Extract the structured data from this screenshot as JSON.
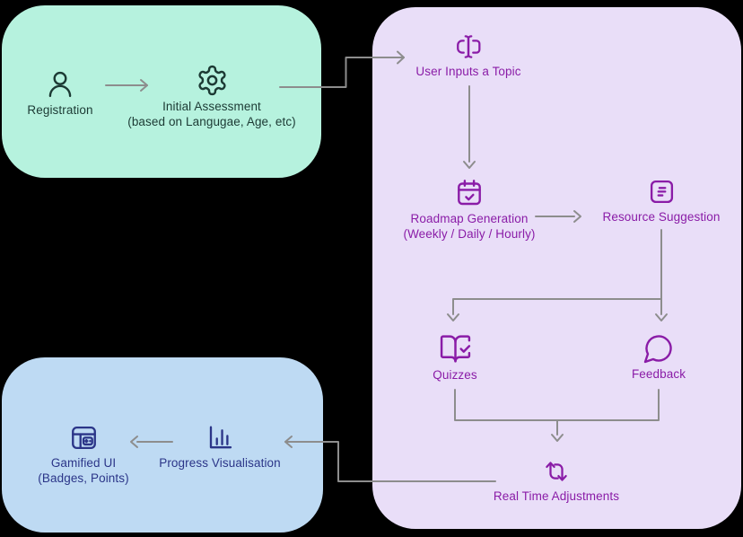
{
  "colors": {
    "background": "#000000",
    "onboarding-bg": "#b6f2de",
    "onboarding-fg": "#1c3a34",
    "learning-bg": "#e9def8",
    "learning-fg": "#8a1ca7",
    "progress-bg": "#bedaf3",
    "progress-fg": "#2b3588",
    "connector": "#8d8d8d"
  },
  "nodes": {
    "registration": {
      "label": "Registration"
    },
    "initial_assessment": {
      "line1": "Initial Assessment",
      "line2": "(based on Langugae, Age, etc)"
    },
    "user_input": {
      "label": "User Inputs a Topic"
    },
    "roadmap": {
      "line1": "Roadmap Generation",
      "line2": "(Weekly / Daily / Hourly)"
    },
    "resource": {
      "label": "Resource Suggestion"
    },
    "quizzes": {
      "label": "Quizzes"
    },
    "feedback": {
      "label": "Feedback"
    },
    "realtime": {
      "label": "Real Time Adjustments"
    },
    "progress_vis": {
      "label": "Progress Visualisation"
    },
    "gamified": {
      "line1": "Gamified UI",
      "line2": "(Badges, Points)"
    }
  },
  "icons": {
    "registration": "user-icon",
    "initial_assessment": "gear-icon",
    "user_input": "text-input-icon",
    "roadmap": "calendar-check-icon",
    "resource": "document-lines-icon",
    "quizzes": "book-open-check-icon",
    "feedback": "speech-bubble-icon",
    "realtime": "repeat-arrows-icon",
    "progress_vis": "bar-chart-icon",
    "gamified": "browser-gamepad-icon"
  }
}
